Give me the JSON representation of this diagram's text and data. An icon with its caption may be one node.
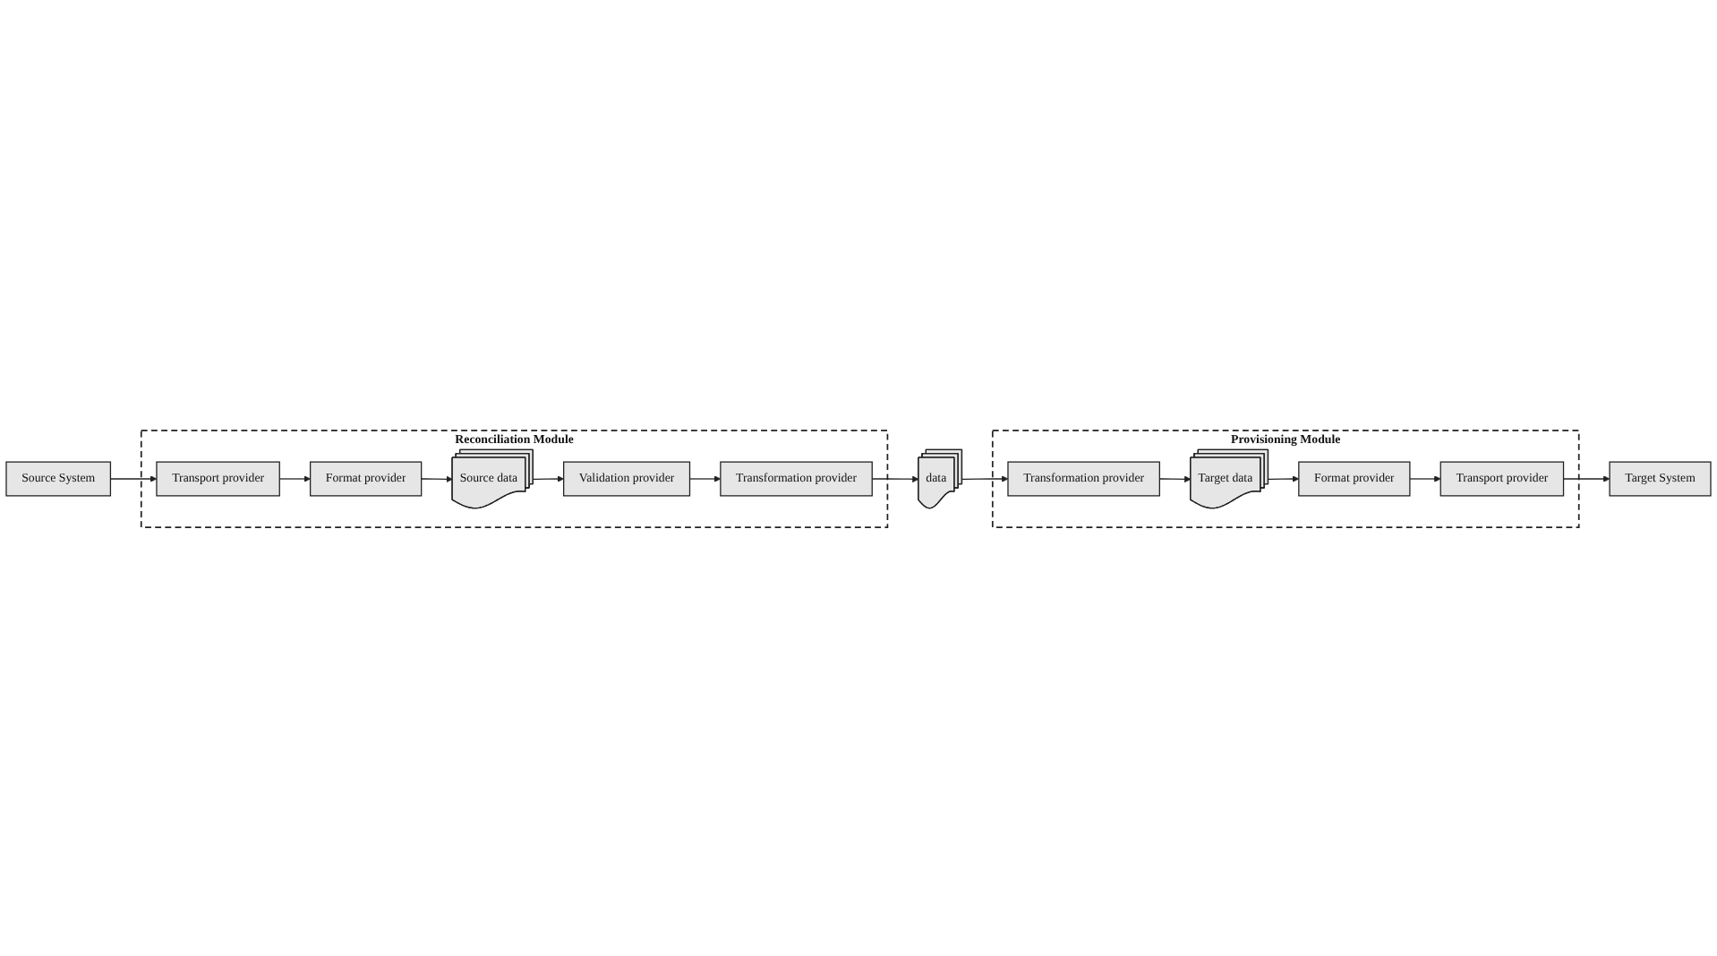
{
  "diagram": {
    "nodes": [
      {
        "text": [
          "Source System"
        ]
      },
      {
        "text": [
          "Reconciliation Module"
        ]
      },
      {
        "text": [
          "Transport provider"
        ],
        "in": 1
      },
      {
        "text": [
          "Format provider"
        ],
        "in": 1
      },
      {
        "text": [
          "Source data"
        ],
        "in": 1
      },
      {
        "text": [
          "Validation provider"
        ],
        "in": 1
      },
      {
        "text": [
          "Transformation provider"
        ],
        "in": 1
      },
      {
        "text": [
          "data"
        ]
      },
      {
        "text": [
          "Provisioning Module"
        ]
      },
      {
        "text": [
          "Transformation provider"
        ],
        "in": 8
      },
      {
        "text": [
          "Target data"
        ],
        "in": 8
      },
      {
        "text": [
          "Format provider"
        ],
        "in": 8
      },
      {
        "text": [
          "Transport provider"
        ],
        "in": 8
      },
      {
        "text": [
          "Target System"
        ]
      }
    ],
    "edges": [
      {
        "from": 0,
        "to": 2,
        "arrow": "to"
      },
      {
        "from": 2,
        "to": 3,
        "arrow": "to"
      },
      {
        "from": 3,
        "to": 4,
        "arrow": "to"
      },
      {
        "from": 4,
        "to": 5,
        "arrow": "to"
      },
      {
        "from": 5,
        "to": 6,
        "arrow": "to"
      },
      {
        "from": 6,
        "to": 7,
        "arrow": "to"
      },
      {
        "from": 7,
        "to": 9,
        "arrow": "to"
      },
      {
        "from": 9,
        "to": 10,
        "arrow": "to"
      },
      {
        "from": 10,
        "to": 11,
        "arrow": "to"
      },
      {
        "from": 11,
        "to": 12,
        "arrow": "to"
      },
      {
        "from": 12,
        "to": 13,
        "arrow": "to"
      }
    ]
  }
}
